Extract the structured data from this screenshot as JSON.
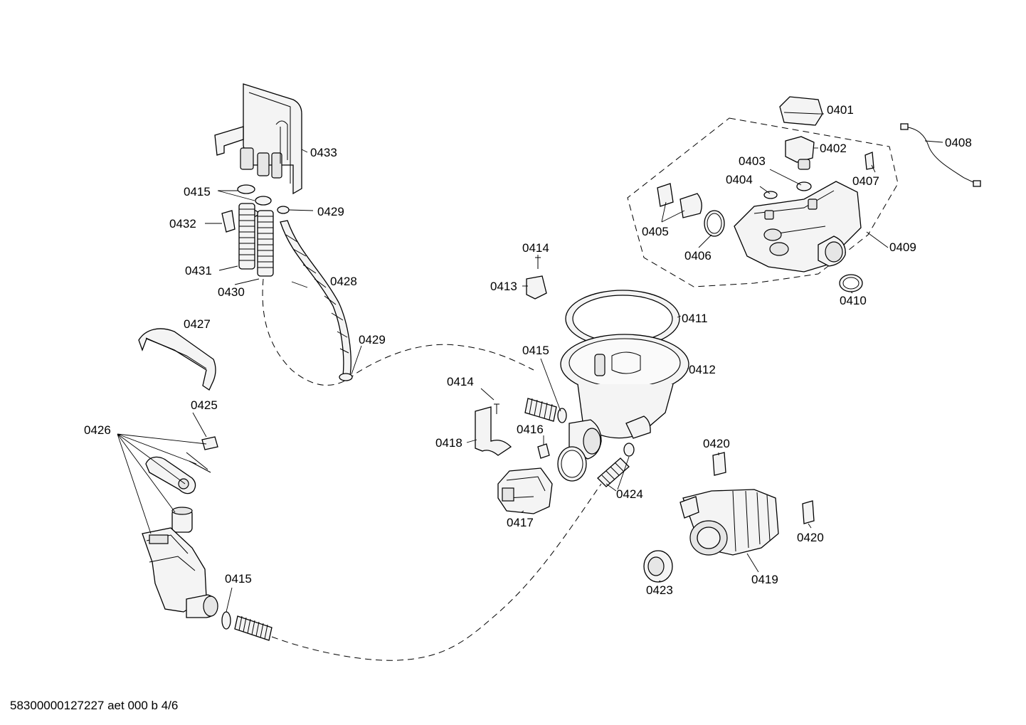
{
  "diagram": {
    "labels": {
      "l0401": "0401",
      "l0402": "0402",
      "l0403": "0403",
      "l0404": "0404",
      "l0405": "0405",
      "l0406": "0406",
      "l0407": "0407",
      "l0408": "0408",
      "l0409": "0409",
      "l0410": "0410",
      "l0411": "0411",
      "l0412": "0412",
      "l0413": "0413",
      "l0414a": "0414",
      "l0414b": "0414",
      "l0415a": "0415",
      "l0415b": "0415",
      "l0415c": "0415",
      "l0416": "0416",
      "l0417": "0417",
      "l0418": "0418",
      "l0419": "0419",
      "l0420a": "0420",
      "l0420b": "0420",
      "l0423": "0423",
      "l0424": "0424",
      "l0425": "0425",
      "l0426": "0426",
      "l0427": "0427",
      "l0428": "0428",
      "l0429a": "0429",
      "l0429b": "0429",
      "l0430": "0430",
      "l0431": "0431",
      "l0432": "0432",
      "l0433": "0433"
    },
    "footer": "58300000127227 aet 000 b 4/6"
  }
}
